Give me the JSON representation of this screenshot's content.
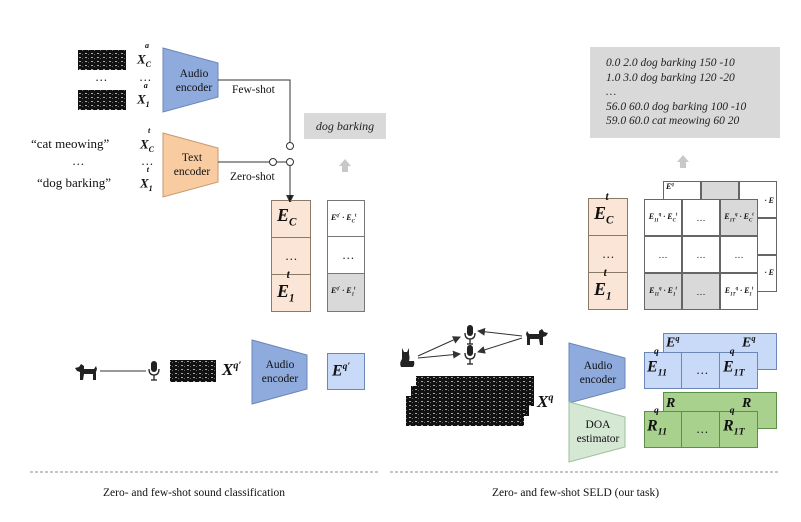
{
  "left": {
    "audio_encoder_top": "Audio\nencoder",
    "text_encoder": "Text\nencoder",
    "audio_encoder_bottom": "Audio\nencoder",
    "few_shot": "Few-shot",
    "zero_shot": "Zero-shot",
    "output": "dog barking",
    "text_cat": "“cat meowing”",
    "text_dog": "“dog barking”",
    "ellipsis": "…",
    "caption": "Zero- and few-shot sound classification"
  },
  "right": {
    "audio_encoder": "Audio\nencoder",
    "doa_estimator": "DOA\nestimator",
    "output_lines": [
      "0.0 2.0 dog barking 150 -10",
      "1.0 3.0 dog barking 120 -20",
      "…",
      "56.0 60.0 dog barking 100 -10",
      "59.0 60.0 cat meowing 60 20"
    ],
    "ellipsis": "…",
    "caption": "Zero- and few-shot SELD (our task)"
  },
  "colors": {
    "audio_encoder": "#8faadc",
    "text_encoder": "#f8cba1",
    "embed_t": "#fbe5d6",
    "embed_q": "#c9daf8",
    "doa": "#d5e8d4",
    "r_cells": "#a9d18e",
    "output_bg": "#d9d9d9"
  },
  "icons": [
    "dog-icon",
    "microphone-icon",
    "cat-icon",
    "spectrogram-image",
    "arrow-up-icon"
  ]
}
